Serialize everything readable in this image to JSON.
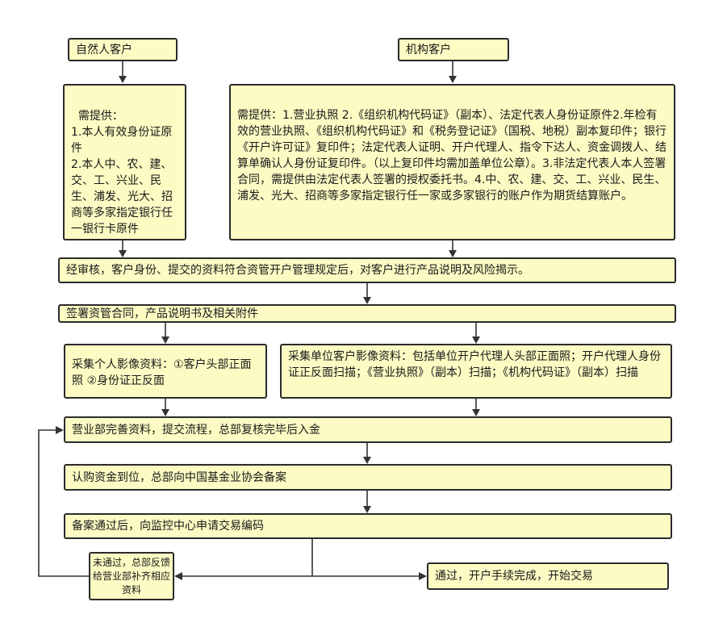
{
  "nodes": {
    "natural_client": "自然人客户",
    "institution_client": "机构客户",
    "natural_requirements": "需提供：\n1.本人有效身份证原件\n2.本人中、农、建、交、工、兴业、民生、浦发、光大、招商等多家指定银行任一银行卡原件",
    "institution_requirements": "需提供：1.营业执照 2.《组织机构代码证》（副本）、法定代表人身份证原件2.年检有效的营业执照、《组织机构代码证》和《税务登记证》（国税、地税）副本复印件；银行《开户许可证》复印件；法定代表人证明、开户代理人、指令下达人、资金调拨人、结算单确认人身份证复印件。（以上复印件均需加盖单位公章）。3.非法定代表人本人签署合同，需提供由法定代表人签署的授权委托书。4.中、农、建、交、工、兴业、民生、浦发、光大、招商等多家指定银行任一家或多家银行的账户作为期货结算账户。",
    "review": "经审核，客户身份、提交的资料符合资管开户管理规定后，对客户进行产品说明及风险揭示。",
    "sign_contract": "签署资管合同，产品说明书及相关附件",
    "collect_personal": "采集个人影像资料：①客户头部正面照 ②身份证正反面",
    "collect_institution": "采集单位客户影像资料：包括单位开户代理人头部正面照；开户代理人身份证正反面扫描；《营业执照》（副本）扫描；《机构代码证》（副本）扫描",
    "deposit": "营业部完善资料，提交流程，总部复核完毕后入金",
    "fund_arrival": "认购资金到位，总部向中国基金业协会备案",
    "apply_code": "备案通过后，向监控中心申请交易编码",
    "not_passed": "未通过，总部反馈给营业部补齐相应资料",
    "passed": "通过，开户手续完成，开始交易"
  }
}
